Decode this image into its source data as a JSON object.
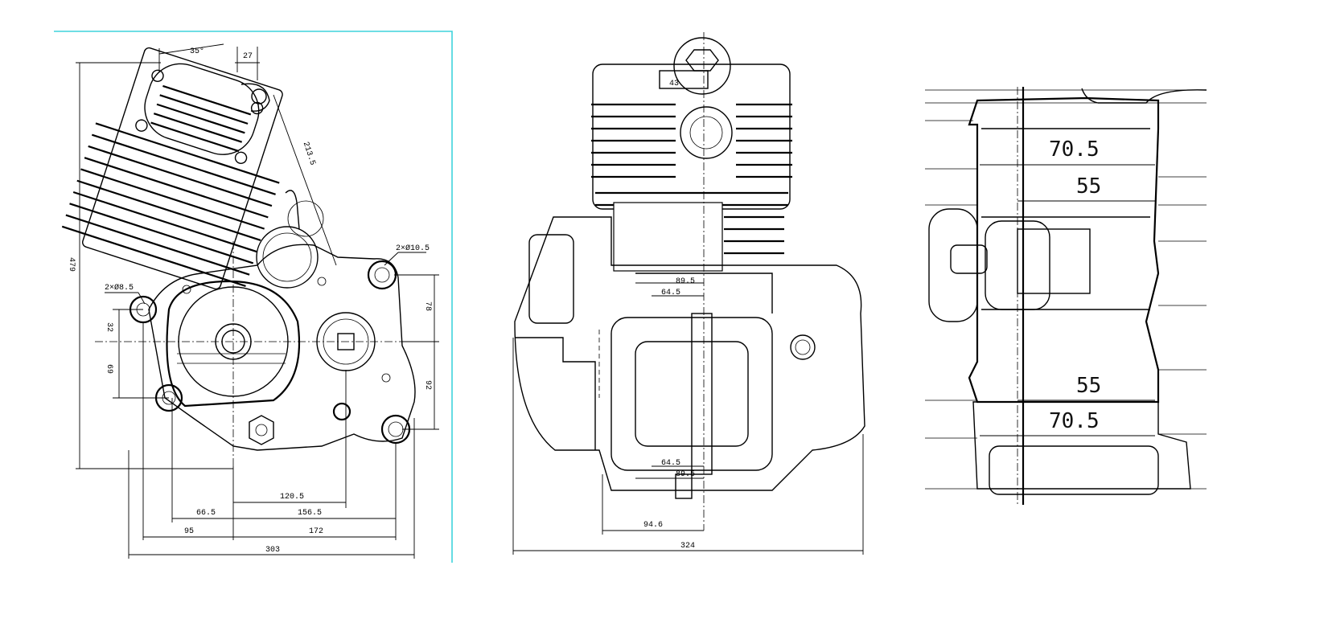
{
  "accent": {
    "frame_color": "#3fd3dc",
    "line_color": "#000000"
  },
  "side_view": {
    "angle": "35°",
    "top_offset": "27",
    "cyl_length": "213.5",
    "height": "479",
    "mount_right": "2×Ø10.5",
    "mount_left": "2×Ø8.5",
    "left_upper": "32",
    "left_lower": "69",
    "right_upper": "78",
    "right_lower": "92",
    "dim_120_5": "120.5",
    "dim_66_5": "66.5",
    "dim_156_5": "156.5",
    "dim_95": "95",
    "dim_172": "172",
    "overall": "303"
  },
  "front_view": {
    "top": "43",
    "upper_a": "89.5",
    "upper_b": "64.5",
    "lower_a": "64.5",
    "lower_b": "89.5",
    "offset": "94.6",
    "overall": "324"
  },
  "detail_view": {
    "top_outer": "70.5",
    "top_inner": "55",
    "bottom_inner": "55",
    "bottom_outer": "70.5"
  }
}
